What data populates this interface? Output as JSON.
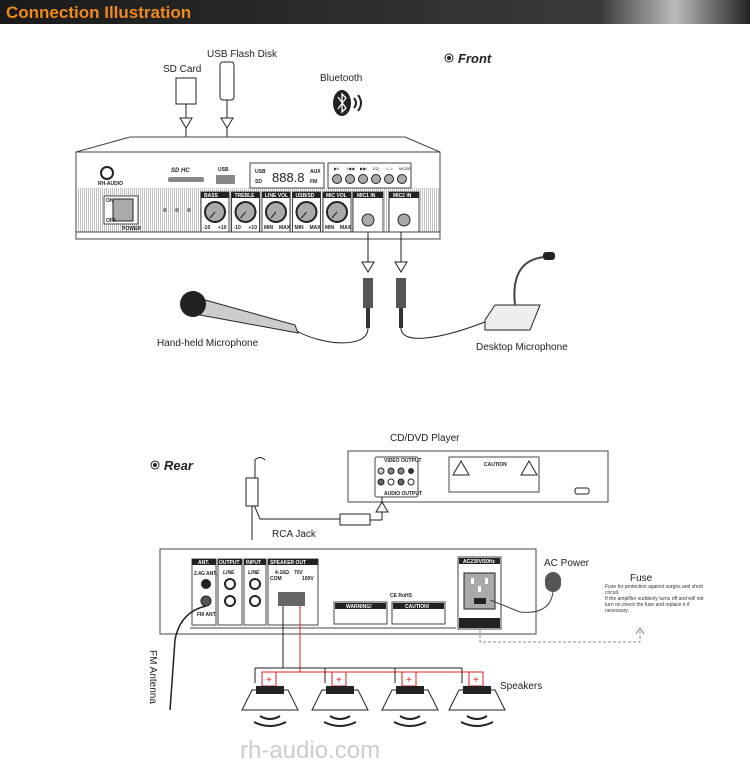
{
  "header": {
    "title": "Connection Illustration",
    "title_color": "#f08a1c",
    "bar_color": "#2a2a2a"
  },
  "front": {
    "section_label": "Front",
    "sd_card": "SD Card",
    "usb_flash": "USB Flash Disk",
    "bluetooth": "Bluetooth",
    "handheld_mic": "Hand-held Microphone",
    "desktop_mic": "Desktop Microphone",
    "panel": {
      "brand": "RH-AUDIO",
      "sd_label": "SD HC",
      "usb_label": "USB",
      "display": "888.8",
      "display_left": [
        "USB",
        "SD"
      ],
      "display_right": [
        "AUX",
        "FM"
      ],
      "buttons": [
        "▶II",
        "I◀◀",
        "▶▶I",
        "EQ",
        "⊂⊃",
        "MODE"
      ],
      "knobs": [
        {
          "label": "BASS",
          "min": "-10",
          "max": "+10"
        },
        {
          "label": "TREBLE",
          "min": "-10",
          "max": "+10"
        },
        {
          "label": "LINE VOL",
          "min": "MIN",
          "max": "MAX"
        },
        {
          "label": "USB/SD",
          "min": "MIN",
          "max": "MAX"
        },
        {
          "label": "MIC VOL",
          "min": "MIN",
          "max": "MAX"
        }
      ],
      "mic1": "MIC1 IN",
      "mic2": "MIC2 IN",
      "power": "POWER",
      "on": "ON",
      "off": "OFF"
    }
  },
  "rear": {
    "section_label": "Rear",
    "cd_player": "CD/DVD Player",
    "rca_jack": "RCA Jack",
    "ac_power": "AC Power",
    "fuse_title": "Fuse",
    "fuse_text": [
      "Fuse for protection against surges and short",
      "circuit.",
      "If the amplifier suddenly turns off and will not",
      "turn on,check the fuse and replace it if",
      "necessary."
    ],
    "fm_antenna": "FM Antenna",
    "speakers": "Speakers",
    "panel": {
      "ant": "ANT.",
      "ant_24": "2.4G ANT.",
      "fm_ant": "FM ANT.",
      "output": "OUTPUT",
      "input": "INPUT",
      "line": "LINE",
      "speaker_out": "SPEAKER OUT",
      "ohm": "4-16Ω",
      "com": "COM",
      "v70": "70V",
      "v100": "100V",
      "warning": "WARNING!",
      "caution": "CAUTION!",
      "ac_label": "AC230V/50Hz",
      "ce": "CE RoHS",
      "cd_video_output": "VIDEO OUTPUT",
      "cd_audio_output": "AUDIO OUTPUT",
      "cd_caution": "CAUTION"
    }
  },
  "watermark": "rh-audio.com"
}
